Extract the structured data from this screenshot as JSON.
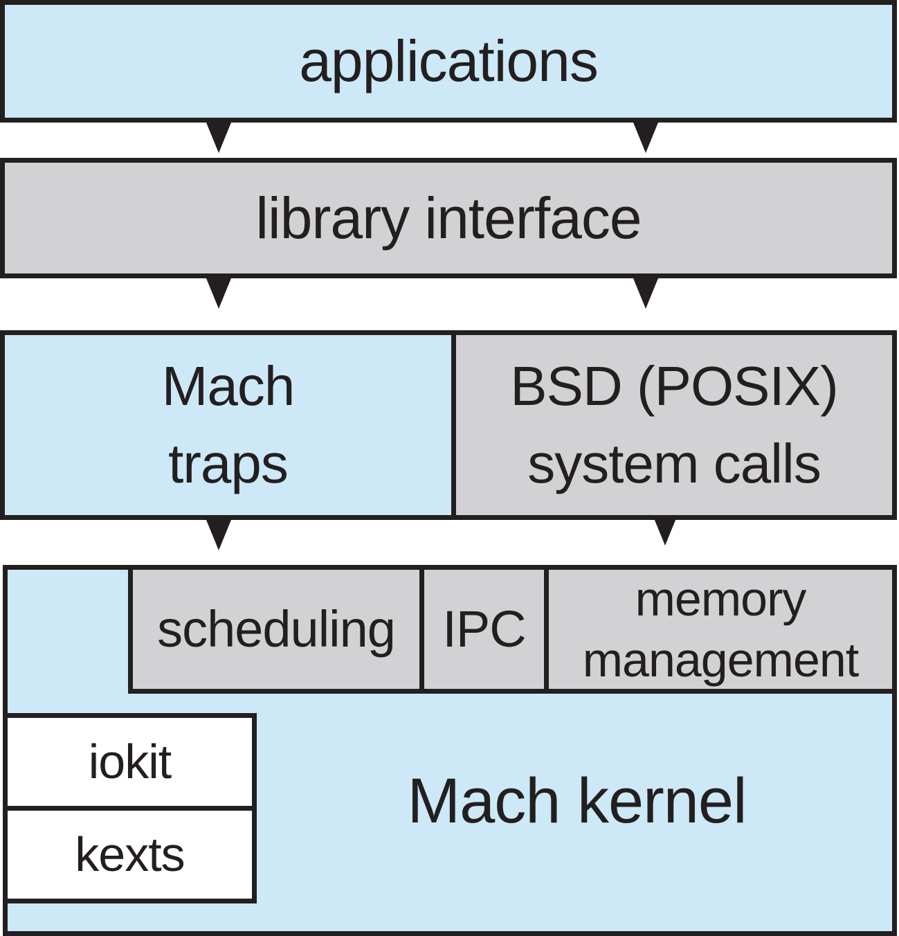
{
  "colors": {
    "box_blue": "#cde8f6",
    "box_gray": "#d2d2d4",
    "box_white": "#ffffff",
    "line_black": "#231f20"
  },
  "boxes": {
    "applications": {
      "label": "applications"
    },
    "library_interface": {
      "label": "library interface"
    },
    "mach_traps": {
      "line1": "Mach",
      "line2": "traps"
    },
    "bsd_system_calls": {
      "line1": "BSD (POSIX)",
      "line2": "system calls"
    },
    "scheduling": {
      "label": "scheduling"
    },
    "ipc": {
      "label": "IPC"
    },
    "memory_management": {
      "line1": "memory",
      "line2": "management"
    },
    "iokit": {
      "label": "iokit"
    },
    "kexts": {
      "label": "kexts"
    },
    "mach_kernel": {
      "label": "Mach kernel"
    }
  },
  "arrows": [
    {
      "from": "applications",
      "to": "library_interface",
      "side": "left"
    },
    {
      "from": "applications",
      "to": "library_interface",
      "side": "right"
    },
    {
      "from": "library_interface",
      "to": "mach_traps"
    },
    {
      "from": "library_interface",
      "to": "bsd_system_calls"
    },
    {
      "from": "mach_traps",
      "to": "mach_kernel"
    },
    {
      "from": "bsd_system_calls",
      "to": "memory_management"
    }
  ]
}
